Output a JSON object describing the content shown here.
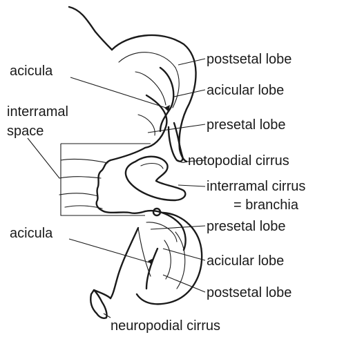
{
  "labels": {
    "postsetal_lobe_top": "postsetal lobe",
    "acicula_top": "acicula",
    "acicular_lobe_top": "acicular lobe",
    "interramal_space_1": "interramal",
    "interramal_space_2": "space",
    "presetal_lobe_top": "presetal lobe",
    "notopodial_cirrus": "notopodial cirrus",
    "interramal_cirrus": "interramal cirrus",
    "branchia": "= branchia",
    "presetal_lobe_bottom": "presetal lobe",
    "acicula_bottom": "acicula",
    "acicular_lobe_bottom": "acicular lobe",
    "postsetal_lobe_bottom": "postsetal lobe",
    "neuropodial_cirrus": "neuropodial cirrus"
  }
}
